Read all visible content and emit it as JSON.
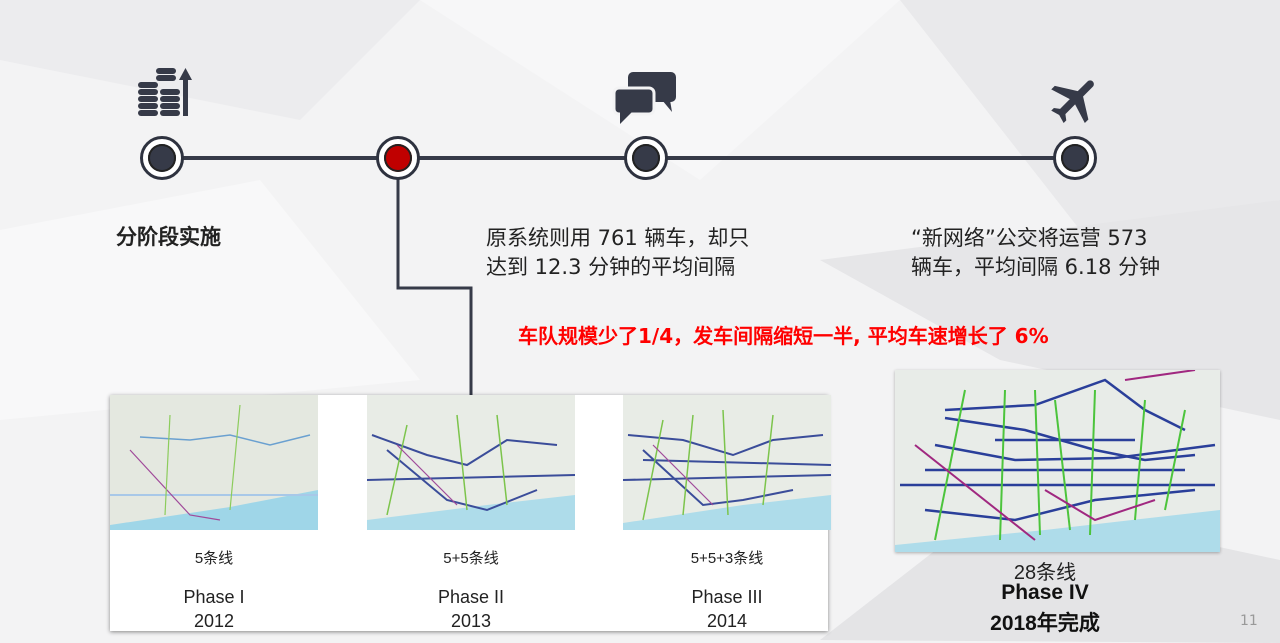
{
  "heading": "分阶段实施",
  "middle_text": [
    "原系统则用 761 辆车，却只",
    "达到 12.3 分钟的平均间隔"
  ],
  "right_text": [
    "“新网络”公交将运营 573",
    "辆车，平均间隔 6.18 分钟"
  ],
  "highlight": "车队规模少了1/4，发车间隔缩短一半, 平均车速增长了 6%",
  "phases": [
    {
      "lines": "5条线",
      "name": "Phase I",
      "year": "2012"
    },
    {
      "lines": "5+5条线",
      "name": "Phase II",
      "year": "2013"
    },
    {
      "lines": "5+5+3条线",
      "name": "Phase III",
      "year": "2014"
    },
    {
      "lines": "28条线",
      "name": "Phase IV",
      "year": "2018年完成"
    }
  ],
  "page_number": "11",
  "colors": {
    "accent": "#c00000",
    "node": "#363a48",
    "highlight": "#ff0000",
    "blue_line": "#2a3f9a",
    "green_line": "#5cc43c",
    "purple_line": "#a0287a"
  }
}
